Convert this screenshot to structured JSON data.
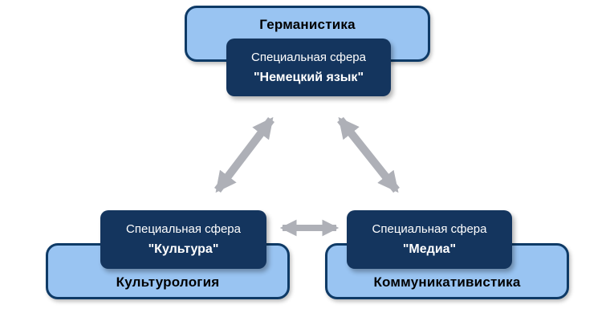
{
  "colors": {
    "light_fill": "#99C4F2",
    "dark_fill": "#14355E",
    "box_border": "#0E3A66",
    "arrow": "#AEB0B7",
    "discipline_text": "#000000",
    "sphere_text": "#FFFFFF"
  },
  "nodes": [
    {
      "id": "germanistics",
      "discipline": "Германистика",
      "sphere_label": "Специальная сфера",
      "sphere_value": "\"Немецкий язык\""
    },
    {
      "id": "culturology",
      "discipline": "Культурология",
      "sphere_label": "Специальная сфера",
      "sphere_value": "\"Культура\""
    },
    {
      "id": "communication-studies",
      "discipline": "Коммуникативистика",
      "sphere_label": "Специальная сфера",
      "sphere_value": "\"Медиа\""
    }
  ],
  "arrows": [
    {
      "id": "germanistics-culturology",
      "type": "double-headed"
    },
    {
      "id": "germanistics-communication-studies",
      "type": "double-headed"
    },
    {
      "id": "culturology-communication-studies",
      "type": "double-headed"
    }
  ]
}
